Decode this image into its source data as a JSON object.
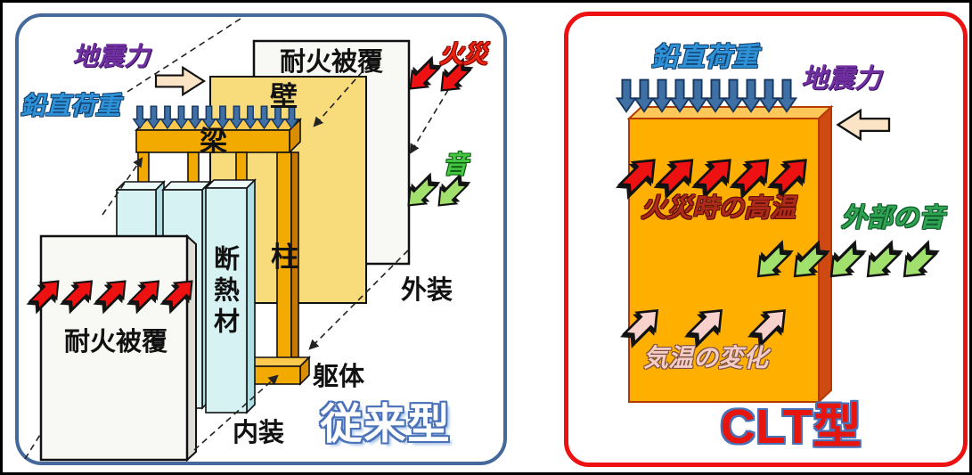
{
  "left": {
    "title": "従来型",
    "seismic_force": "地震力",
    "vertical_load": "鉛直荷重",
    "fireproof_cover_outer": "耐火被覆",
    "wall": "壁",
    "beam": "梁",
    "fire": "火災",
    "sound": "音",
    "column": "柱",
    "insulation": "断熱材",
    "fireproof_cover_inner": "耐火被覆",
    "exterior": "外装",
    "frame_body": "躯体",
    "interior": "内装"
  },
  "right": {
    "title": "CLT型",
    "vertical_load": "鉛直荷重",
    "seismic_force": "地震力",
    "fire_heat": "火災時の高温",
    "external_sound": "外部の音",
    "temperature_change": "気温の変化"
  },
  "colors": {
    "left_border": "#44699A",
    "right_border": "#ED1111",
    "frame_orange": "#F2A900",
    "wall_yellow": "#F8DC7C",
    "clt_orange": "#FFAF00",
    "insulation_cyan": "#D6F2F2",
    "load_arrow_blue": "#3E6FA5",
    "fire_arrow_red": "#EE1111",
    "sound_arrow_green": "#A2E06E",
    "temp_arrow_pink": "#F8D0CC",
    "seismic_arrow_peach": "#FBE3C6"
  }
}
